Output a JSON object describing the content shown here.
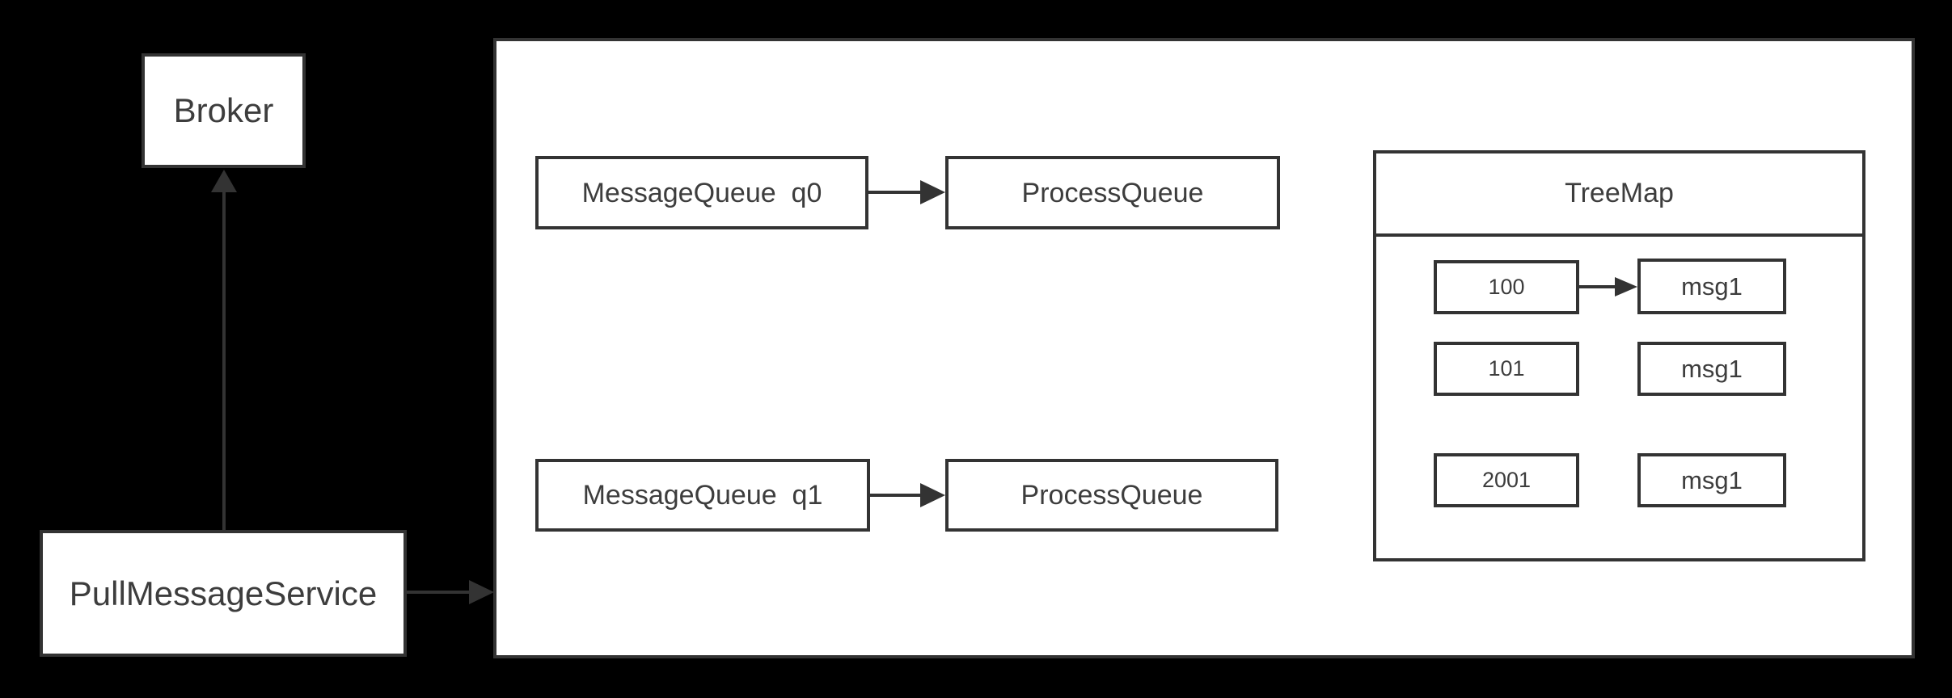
{
  "colors": {
    "background": "#000000",
    "box_fill": "#ffffff",
    "line_color": "#333333",
    "text_color": "#3d3d3d"
  },
  "nodes": {
    "broker": {
      "label": "Broker"
    },
    "pull_message_service": {
      "label": "PullMessageService"
    },
    "message_queue_q0": {
      "label": "MessageQueue  q0"
    },
    "process_queue_top": {
      "label": "ProcessQueue"
    },
    "message_queue_q1": {
      "label": "MessageQueue  q1"
    },
    "process_queue_bottom": {
      "label": "ProcessQueue"
    },
    "treemap": {
      "title": "TreeMap",
      "rows": [
        {
          "key": "100",
          "value": "msg1",
          "has_arrow": true
        },
        {
          "key": "101",
          "value": "msg1",
          "has_arrow": false
        },
        {
          "key": "2001",
          "value": "msg1",
          "has_arrow": false
        }
      ]
    }
  },
  "edges": [
    {
      "from": "PullMessageService",
      "to": "Broker"
    },
    {
      "from": "PullMessageService",
      "to": "queue-container"
    },
    {
      "from": "MessageQueue q0",
      "to": "ProcessQueue"
    },
    {
      "from": "MessageQueue q1",
      "to": "ProcessQueue"
    },
    {
      "from": "100",
      "to": "msg1"
    }
  ]
}
